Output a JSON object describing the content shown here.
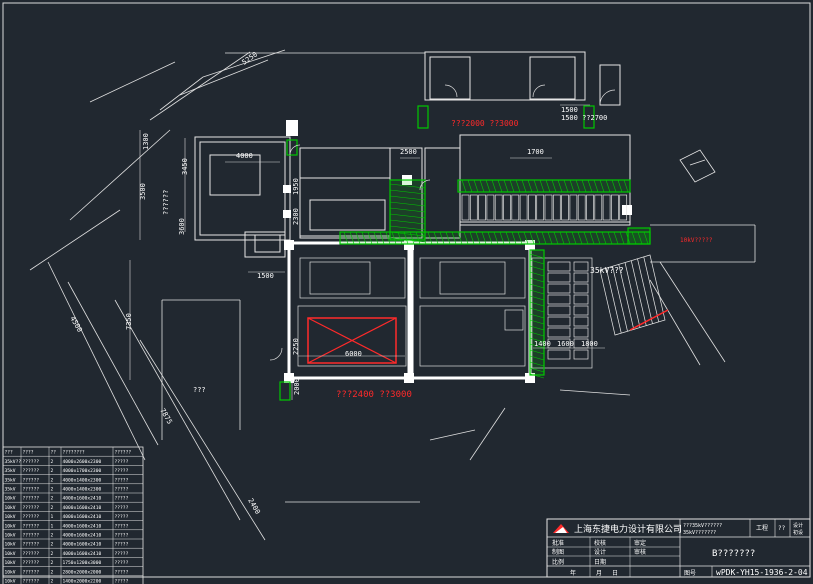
{
  "drawing": {
    "dims": {
      "d_4000": "4000",
      "d_2500": "2500",
      "d_1700": "1700",
      "d_1500": "1500",
      "d_1400": "1400",
      "d_1600": "1600",
      "d_1800": "1800",
      "d_6000": "6000",
      "d_2300": "2300",
      "d_2000": "2000",
      "d_2400": "2400",
      "d_3000": "3000",
      "d_3500": "3500",
      "d_3600": "3600",
      "d_7350": "7350",
      "d_1950": "1950",
      "d_1300": "1300",
      "d_4500": "4500",
      "d_3450": "3450",
      "d_5250": "5250",
      "d_2250": "2250",
      "d_7875": "7875"
    },
    "red_labels": {
      "door_top": "???2000 ??3000",
      "door_bottom": "???2400 ??3000",
      "voltage": "35kV???",
      "right_tag": "10kV?????"
    },
    "small_labels": {
      "top_right": "1500 ??2700",
      "west_room": "??????",
      "left_mark": "???"
    }
  },
  "equipment_table": {
    "headers": [
      "???",
      "????",
      "??",
      "????????",
      "??????"
    ],
    "rows": [
      [
        "35kV??",
        "??????",
        "2",
        "4000x2600x2300",
        "?????"
      ],
      [
        "35kV",
        "??????",
        "2",
        "4000x1700x2300",
        "?????"
      ],
      [
        "35kV",
        "??????",
        "2",
        "4000x1400x2300",
        "?????"
      ],
      [
        "35kV",
        "??????",
        "2",
        "4000x1400x2300",
        "?????"
      ],
      [
        "10kV",
        "??????",
        "2",
        "4000x1600x2410",
        "?????"
      ],
      [
        "10kV",
        "??????",
        "2",
        "4000x1600x2410",
        "?????"
      ],
      [
        "10kV",
        "??????",
        "1",
        "4000x1600x2410",
        "?????"
      ],
      [
        "10kV",
        "??????",
        "1",
        "4000x1600x2410",
        "?????"
      ],
      [
        "10kV",
        "??????",
        "2",
        "4000x1600x2410",
        "?????"
      ],
      [
        "10kV",
        "??????",
        "2",
        "4000x1600x2410",
        "?????"
      ],
      [
        "10kV",
        "??????",
        "2",
        "4000x1600x2410",
        "?????"
      ],
      [
        "10kV",
        "??????",
        "2",
        "1750x1200x3000",
        "?????"
      ],
      [
        "10kV",
        "??????",
        "2",
        "2800x2000x2000",
        "?????"
      ],
      [
        "10kV",
        "??????",
        "2",
        "1400x2000x2200",
        "?????"
      ]
    ]
  },
  "title_block": {
    "company": "上海东捷电力设计有限公司",
    "project": "???35kV??????",
    "project_sub": "35kV???????",
    "stage_label": "工程",
    "stage_value": "??",
    "design_label": "设计",
    "design_value": "初设",
    "drawing_title": "B???????",
    "row1": [
      "批准",
      "",
      "校核",
      "",
      "审定",
      ""
    ],
    "row2": [
      "制图",
      "",
      "设计",
      "",
      "审核",
      ""
    ],
    "row3": [
      "比例",
      "",
      "日期",
      "",
      "年",
      "月",
      "日"
    ],
    "scale_label": "比例",
    "date_label": "日期",
    "year": "年",
    "month": "月",
    "day": "日",
    "drawing_no_label": "图号",
    "drawing_no": "wPDK-YH15-1936-2-04"
  },
  "colors": {
    "background": "#212830",
    "line_white": "#e8e8e8",
    "green": "#00c800",
    "red": "#ff2a2a",
    "gray": "#9a9a9a"
  }
}
